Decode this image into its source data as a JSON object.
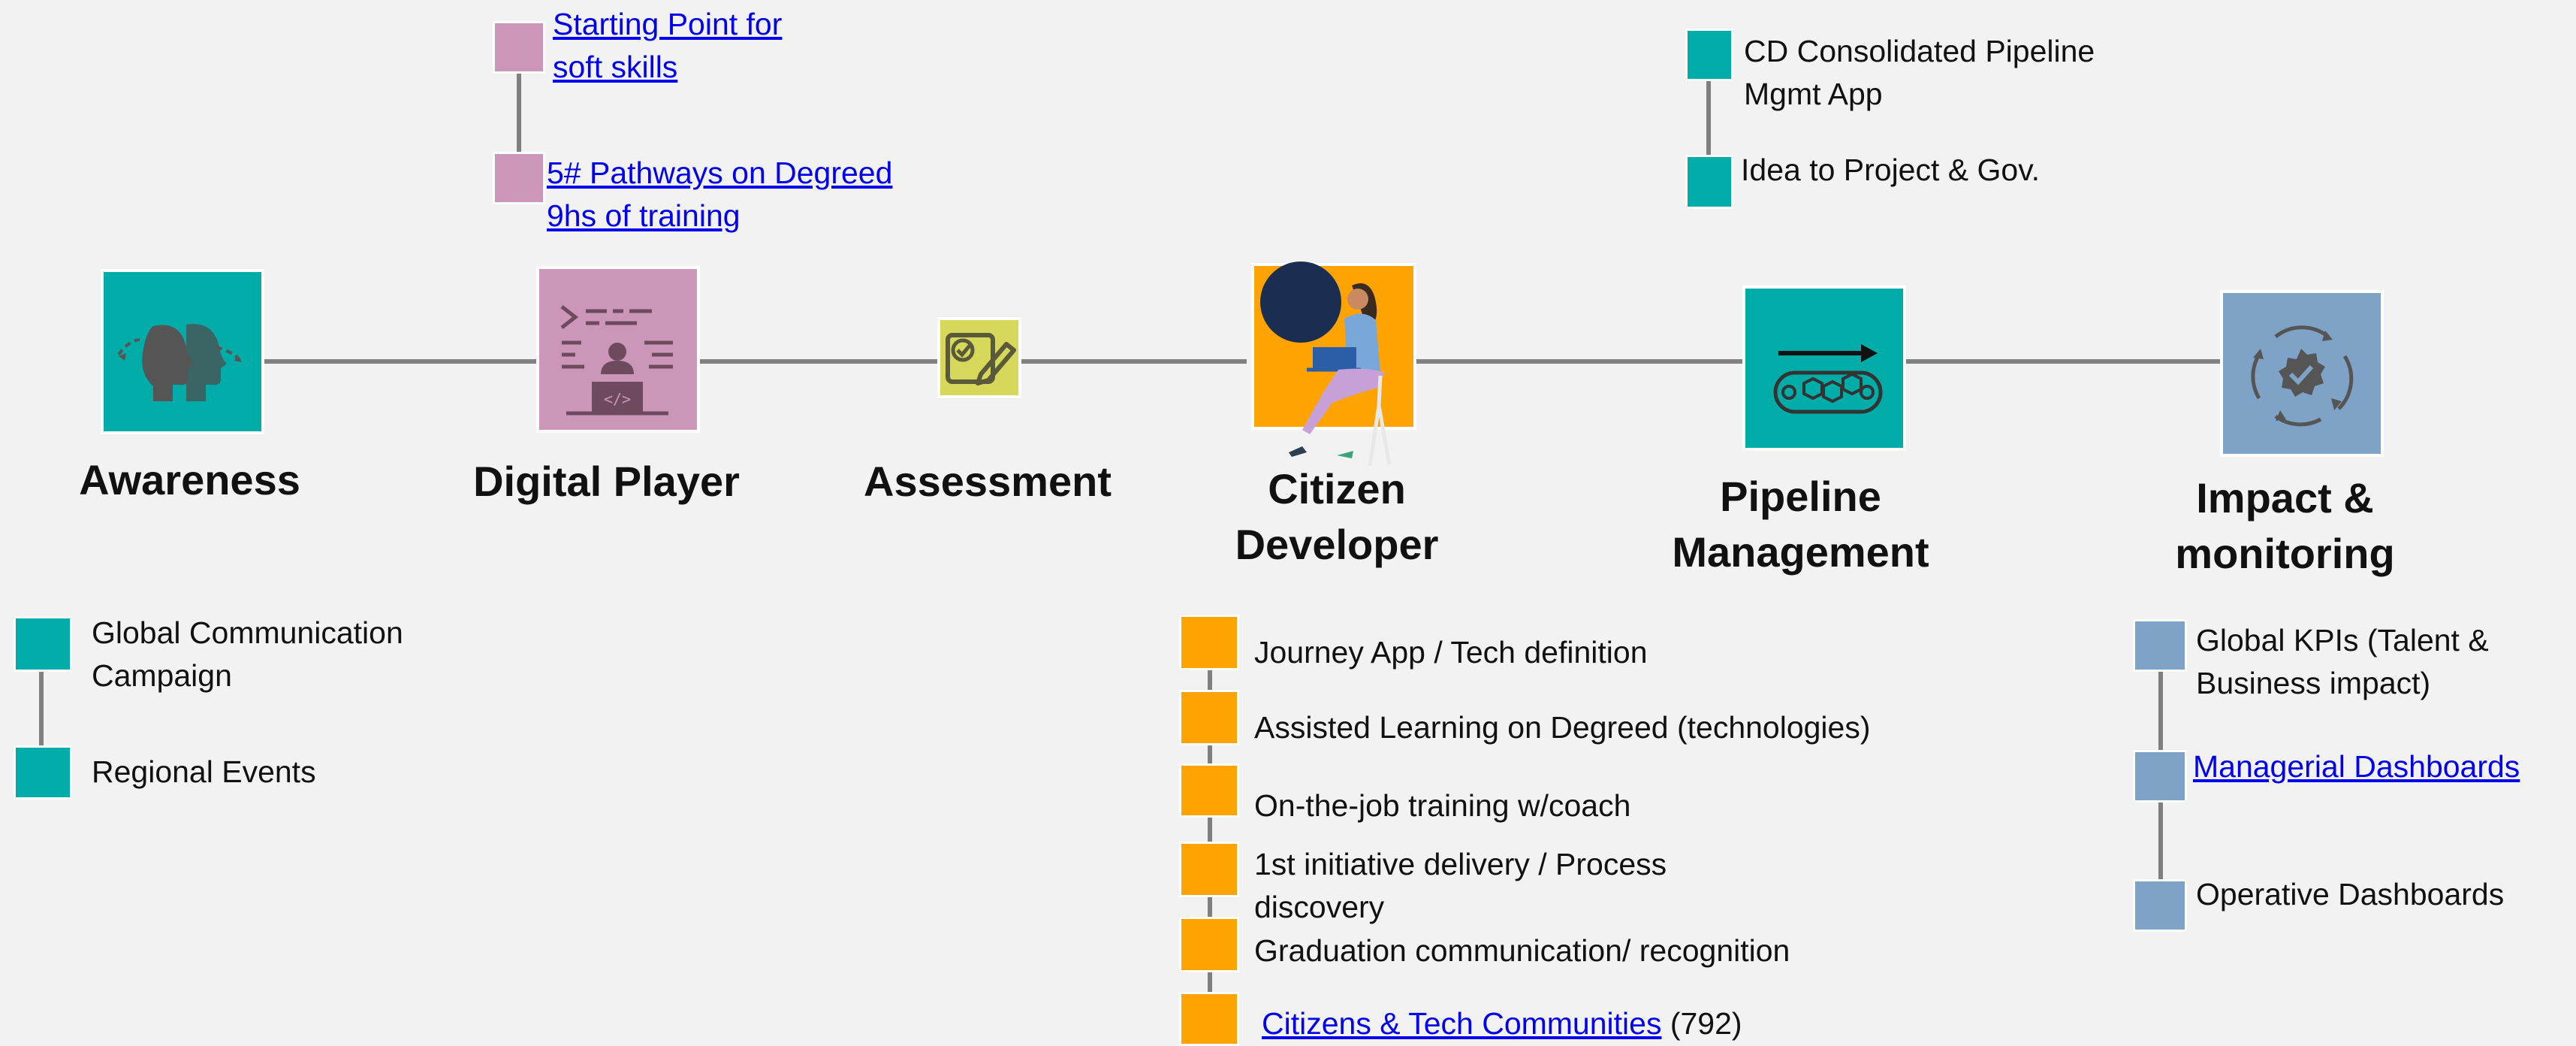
{
  "stages": {
    "awareness": "Awareness",
    "digital_player": "Digital Player",
    "assessment": "Assessment",
    "citizen_developer": [
      "Citizen",
      "Developer"
    ],
    "pipeline_management": [
      "Pipeline",
      "Management"
    ],
    "impact_monitoring": [
      "Impact &",
      "monitoring"
    ]
  },
  "digital_player_items": [
    {
      "lines": [
        "Starting Point for",
        "soft skills"
      ],
      "link": true
    },
    {
      "lines": [
        "5# Pathways on Degreed",
        "9hs of training"
      ],
      "link": true
    }
  ],
  "pipeline_items": [
    {
      "lines": [
        "CD Consolidated Pipeline",
        "Mgmt App"
      ],
      "link": false
    },
    {
      "lines": [
        "Idea to Project  & Gov."
      ],
      "link": false
    }
  ],
  "awareness_items": [
    {
      "lines": [
        "Global Communication",
        "Campaign"
      ],
      "link": false
    },
    {
      "lines": [
        "Regional Events"
      ],
      "link": false
    }
  ],
  "citizen_items": [
    {
      "lines": [
        "Journey App / Tech definition"
      ]
    },
    {
      "lines": [
        "Assisted Learning on Degreed (technologies)"
      ]
    },
    {
      "lines": [
        "On-the-job training w/coach"
      ]
    },
    {
      "lines": [
        "1st initiative delivery / Process",
        "discovery"
      ]
    },
    {
      "lines": [
        "Graduation communication/ recognition"
      ]
    },
    {
      "link_text": "Citizens & Tech Communities",
      "suffix": " (792)"
    }
  ],
  "impact_items": [
    {
      "lines": [
        "Global KPIs (Talent &",
        "Business impact)"
      ],
      "link": false
    },
    {
      "lines": [
        "Managerial Dashboards"
      ],
      "link": true
    },
    {
      "lines": [
        "Operative Dashboards"
      ],
      "link": false
    }
  ],
  "colors": {
    "teal": "#00aca8",
    "pink": "#cc96b9",
    "yellow_green": "#d5d85a",
    "orange": "#ffa300",
    "blue_grey": "#7fa3c6",
    "connector": "#808080",
    "link": "#0000ee",
    "background": "#f2f2f2"
  },
  "icons": {
    "awareness": "head-profiles-icon",
    "digital_player": "coder-at-laptop-icon",
    "assessment": "checklist-pencil-icon",
    "citizen_developer": "woman-with-laptop-illustration",
    "pipeline_management": "conveyor-pipeline-icon",
    "impact_monitoring": "cycle-badge-check-icon"
  }
}
